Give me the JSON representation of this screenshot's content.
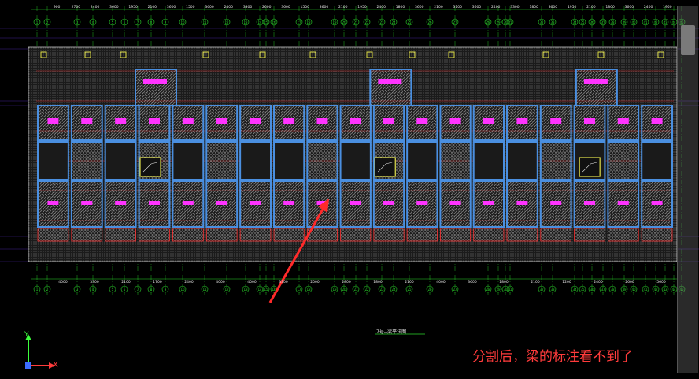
{
  "annotation": {
    "text": "分割后，梁的标注看不到了",
    "color": "#ff3b3b"
  },
  "drawing_label": "7号--梁平法图",
  "ucs": {
    "y": "Y",
    "x": "X"
  },
  "top_dims": [
    "900",
    "2700",
    "2400",
    "3600",
    "1950",
    "2100",
    "3600",
    "1500",
    "3600",
    "2400",
    "3300",
    "2600",
    "3600",
    "1500",
    "3600",
    "2100",
    "1950",
    "2400",
    "1800",
    "3600",
    "2100",
    "3100",
    "3600",
    "2400",
    "3300",
    "1800",
    "3600",
    "1950",
    "2100",
    "1800",
    "3600",
    "2400",
    "1950"
  ],
  "bottom_dims": [
    "4000",
    "3300",
    "2100",
    "1700",
    "2400",
    "4000",
    "4000",
    "3300",
    "2000",
    "2800",
    "1800",
    "2100",
    "4000",
    "3600",
    "1800",
    "2100",
    "1200",
    "2400",
    "2600",
    "5600"
  ],
  "axis_numbers": [
    "1",
    "2",
    "3",
    "4",
    "5",
    "6",
    "7",
    "8",
    "9",
    "10",
    "11",
    "12",
    "13",
    "14",
    "15",
    "16",
    "17",
    "18",
    "19",
    "20",
    "21",
    "22",
    "23",
    "24",
    "25",
    "26",
    "27",
    "28",
    "29",
    "30",
    "31",
    "32",
    "33",
    "34",
    "35",
    "36",
    "37",
    "38",
    "39",
    "40",
    "41",
    "42",
    "43",
    "44",
    "45"
  ],
  "colors": {
    "background": "#000000",
    "axis": "#2bd42b",
    "wall": "#4a8fe0",
    "hatch": "#c0c0c0",
    "tag": "#ff33ff",
    "beam": "#ff3333",
    "dim": "#e8e8e8"
  }
}
